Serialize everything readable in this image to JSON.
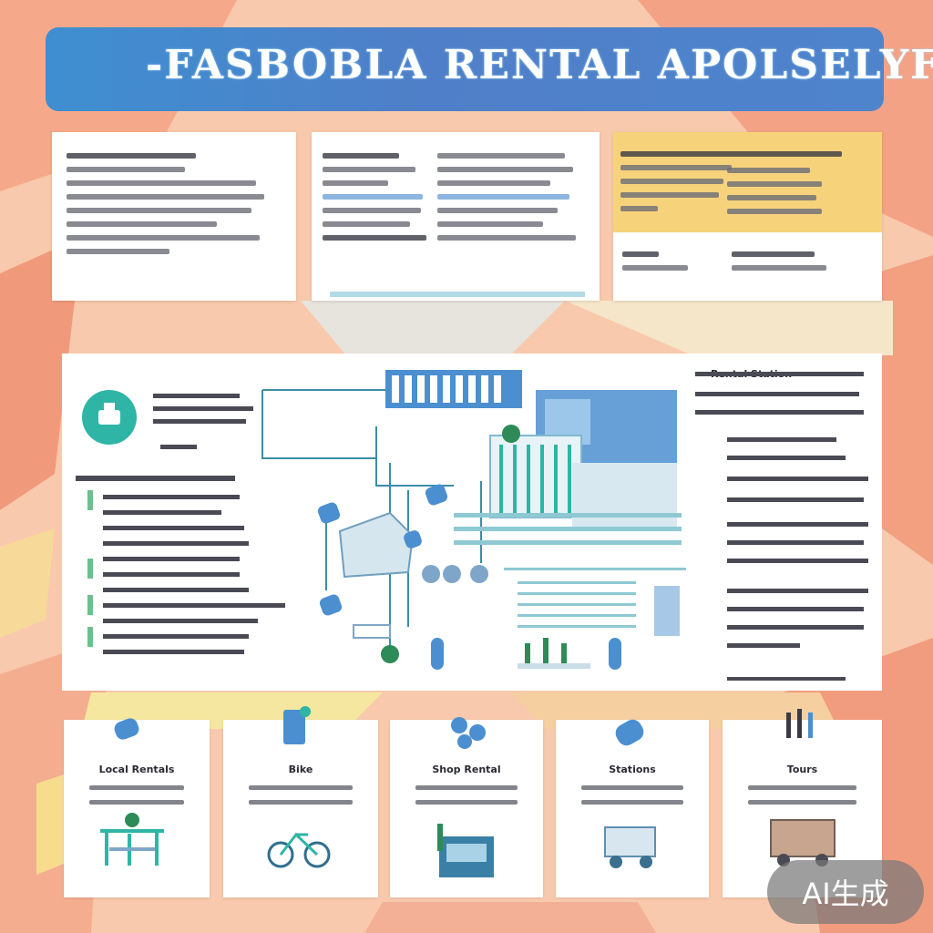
{
  "banner": {
    "title": "-FASBOBLA RENTAL APOLSELYF"
  },
  "main_panel": {
    "heading": "Rental Station"
  },
  "bottom_cards": [
    {
      "label": "Local Rentals"
    },
    {
      "label": "Bike"
    },
    {
      "label": "Shop Rental"
    },
    {
      "label": "Stations"
    },
    {
      "label": "Tours"
    }
  ],
  "badge": {
    "text": "AI生成"
  },
  "colors": {
    "banner": "#4f86cc",
    "accent_teal": "#2fb5a5",
    "accent_blue": "#4b8fd0",
    "accent_green": "#2e8b57",
    "card_yellow": "#f6d27b",
    "background": "#f7c6a8"
  }
}
